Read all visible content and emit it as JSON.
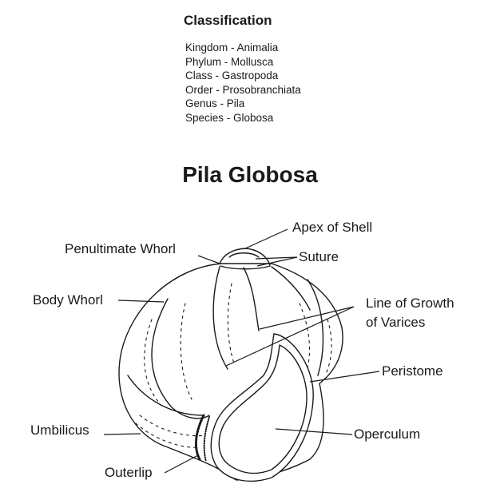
{
  "classification": {
    "title": "Classification",
    "items": [
      "Kingdom - Animalia",
      "Phylum - Mollusca",
      "Class - Gastropoda",
      "Order - Prosobranchiata",
      "Genus - Pila",
      "Species - Globosa"
    ]
  },
  "title": "Pila Globosa",
  "labels": {
    "apex": "Apex of Shell",
    "penultimate": "Penultimate Whorl",
    "suture": "Suture",
    "body_whorl": "Body Whorl",
    "growth_line1": "Line of Growth",
    "growth_line2": "of Varices",
    "peristome": "Peristome",
    "umbilicus": "Umbilicus",
    "operculum": "Operculum",
    "outerlip": "Outerlip"
  }
}
